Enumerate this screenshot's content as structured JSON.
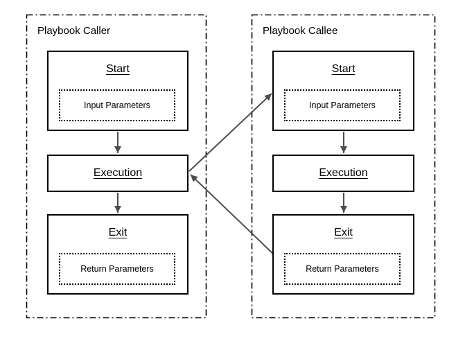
{
  "colors": {
    "background": "#ffffff",
    "box_border": "#000000",
    "text": "#000000",
    "arrow": "#4d4d4d"
  },
  "caller": {
    "title": "Playbook Caller",
    "start": {
      "label": "Start",
      "param": "Input Parameters"
    },
    "execution": {
      "label": "Execution"
    },
    "exit": {
      "label": "Exit",
      "param": "Return Parameters"
    }
  },
  "callee": {
    "title": "Playbook Callee",
    "start": {
      "label": "Start",
      "param": "Input Parameters"
    },
    "execution": {
      "label": "Execution"
    },
    "exit": {
      "label": "Exit",
      "param": "Return Parameters"
    }
  },
  "edges": [
    {
      "name": "caller-start-to-execution",
      "from": "caller.start",
      "to": "caller.execution"
    },
    {
      "name": "caller-execution-to-exit",
      "from": "caller.execution",
      "to": "caller.exit"
    },
    {
      "name": "callee-start-to-execution",
      "from": "callee.start",
      "to": "callee.execution"
    },
    {
      "name": "callee-execution-to-exit",
      "from": "callee.execution",
      "to": "callee.exit"
    },
    {
      "name": "call-edge",
      "from": "caller.execution",
      "to": "callee.start"
    },
    {
      "name": "return-edge",
      "from": "callee.exit",
      "to": "caller.execution"
    }
  ]
}
